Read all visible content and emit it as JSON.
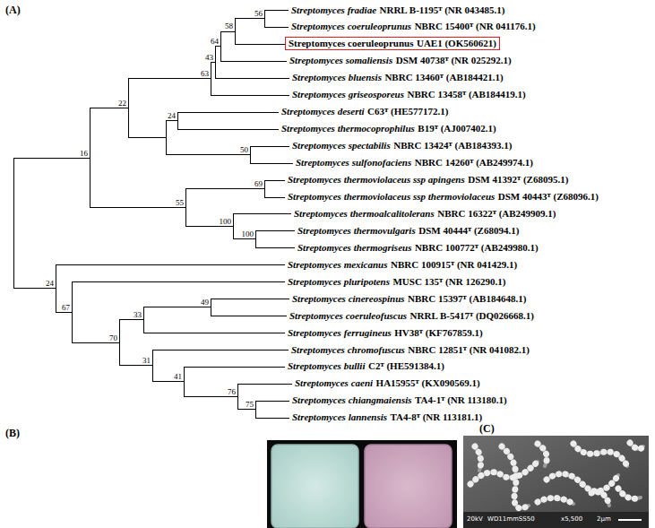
{
  "diagram": {
    "nodes": [
      {
        "text": [
          "Streptomyces coeruleoprunus",
          "UAE1 (OK560621)"
        ]
      }
    ],
    "labels": [
      "(A)",
      "Streptomyces fradiae",
      "NRRL B-1195ᵀ (NR 043485.1)",
      "Streptomyces coeruleoprunus",
      "NBRC 15400ᵀ (NR 041176.1)",
      "Streptomyces somaliensis",
      "DSM 40738ᵀ (NR 025292.1)",
      "Streptomyces bluensis",
      "NBRC 13460ᵀ (AB184421.1)",
      "Streptomyces griseosporeus",
      "NBRC 13458ᵀ (AB184419.1)",
      "Streptomyces deserti",
      "C63ᵀ (HE577172.1)",
      "Streptomyces thermocoprophilus",
      "B19ᵀ (AJ007402.1)",
      "Streptomyces spectabilis",
      "NBRC 13424ᵀ (AB184393.1)",
      "Streptomyces sulfonofaciens",
      "NBRC 14260ᵀ (AB249974.1)",
      "Streptomyces thermoviolaceus ssp apingens",
      "DSM 41392ᵀ (Z68095.1)",
      "Streptomyces thermoviolaceus ssp thermoviolaceus",
      "DSM 40443ᵀ (Z68096.1)",
      "Streptomyces thermoalcalitolerans",
      "NBRC 16322ᵀ (AB249909.1)",
      "Streptomyces thermovulgaris",
      "DSM 40444ᵀ (Z68094.1)",
      "Streptomyces thermogriseus",
      "NBRC 100772ᵀ (AB249980.1)",
      "Streptomyces mexicanus",
      "NBRC 100915ᵀ (NR 041429.1)",
      "Streptomyces pluripotens",
      "MUSC 135ᵀ (NR 126290.1)",
      "Streptomyces cinereospinus",
      "NBRC 15397ᵀ (AB184648.1)",
      "Streptomyces coeruleofuscus",
      "NRRL B-5417ᵀ (DQ026668.1)",
      "Streptomyces ferrugineus",
      "HV38ᵀ (KF767859.1)",
      "Streptomyces chromofuscus",
      "NBRC 12851ᵀ (NR 041082.1)",
      "Streptomyces bullii",
      "C2ᵀ (HE591384.1)",
      "Streptomyces caeni",
      "HA15955ᵀ (KX090569.1)",
      "Streptomyces chiangmaiensis",
      "TA4-1ᵀ (NR 113180.1)",
      "Streptomyces lannensis",
      "TA4-8ᵀ (NR 113181.1)",
      "56",
      "58",
      "64",
      "43",
      "63",
      "22",
      "16",
      "24",
      "50",
      "69",
      "55",
      "100",
      "100",
      "24",
      "67",
      "49",
      "33",
      "70",
      "31",
      "41",
      "76",
      "75",
      "(B)",
      "(C)",
      "20kV",
      "WD11mmSS50",
      "x5,500",
      "2μm"
    ]
  }
}
